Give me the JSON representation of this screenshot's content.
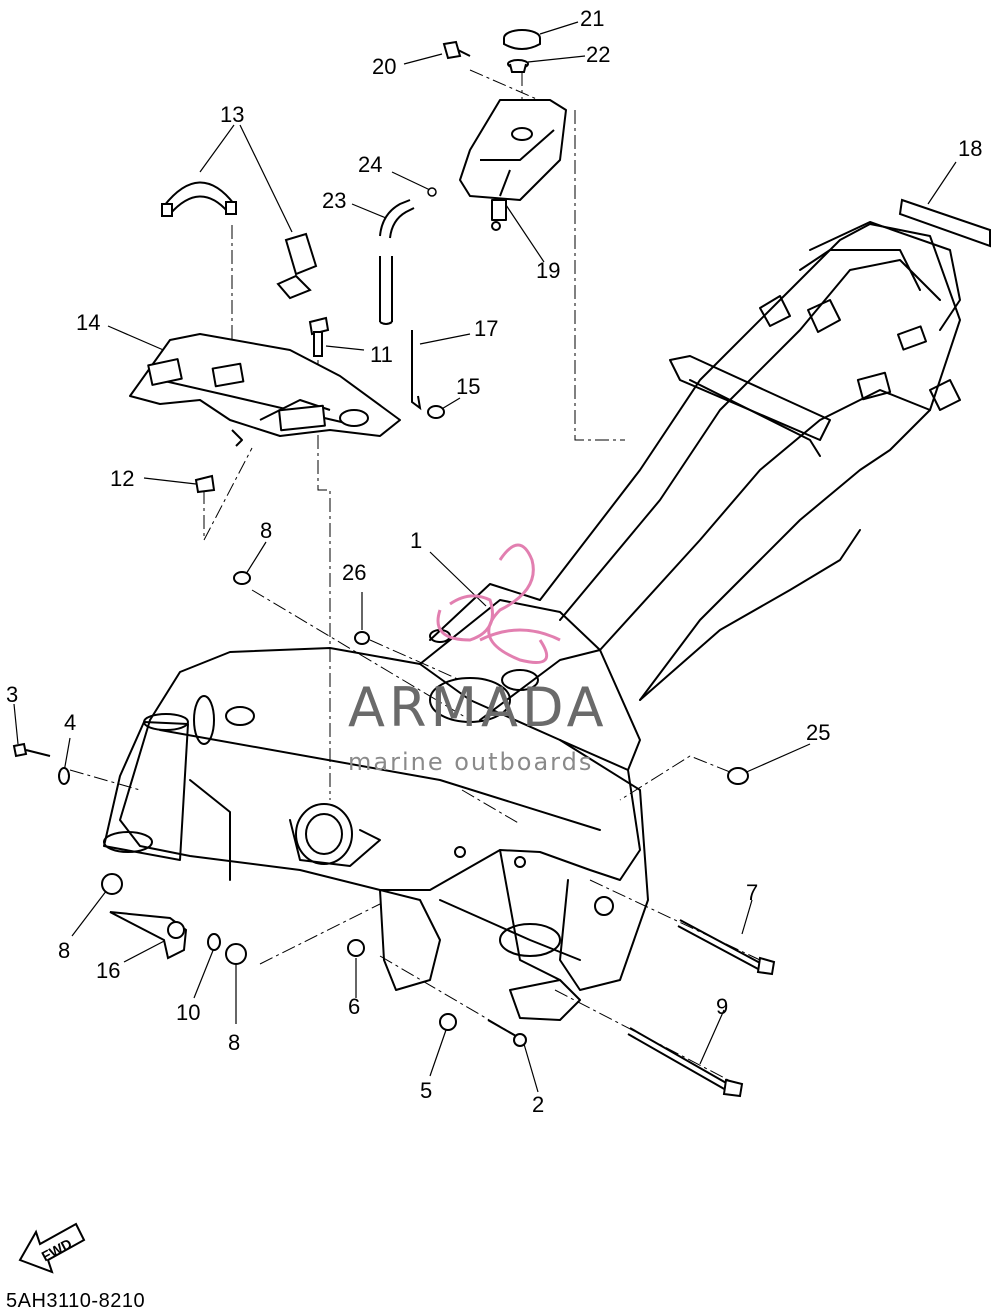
{
  "diagram": {
    "code": "5AH3110-8210",
    "fwd_label": "FWD",
    "watermark": {
      "brand": "ARMADA",
      "tagline": "marine outboards",
      "accent_color": "#e27fb0",
      "text_color": "#6a6a6a"
    },
    "labels": {
      "p1": "1",
      "p2": "2",
      "p3": "3",
      "p4": "4",
      "p5": "5",
      "p6": "6",
      "p7": "7",
      "p8a": "8",
      "p8b": "8",
      "p8c": "8",
      "p9": "9",
      "p10": "10",
      "p11": "11",
      "p12": "12",
      "p13": "13",
      "p14": "14",
      "p15": "15",
      "p16": "16",
      "p17": "17",
      "p18": "18",
      "p19": "19",
      "p20": "20",
      "p21": "21",
      "p22": "22",
      "p23": "23",
      "p24": "24",
      "p25": "25",
      "p26": "26"
    }
  }
}
